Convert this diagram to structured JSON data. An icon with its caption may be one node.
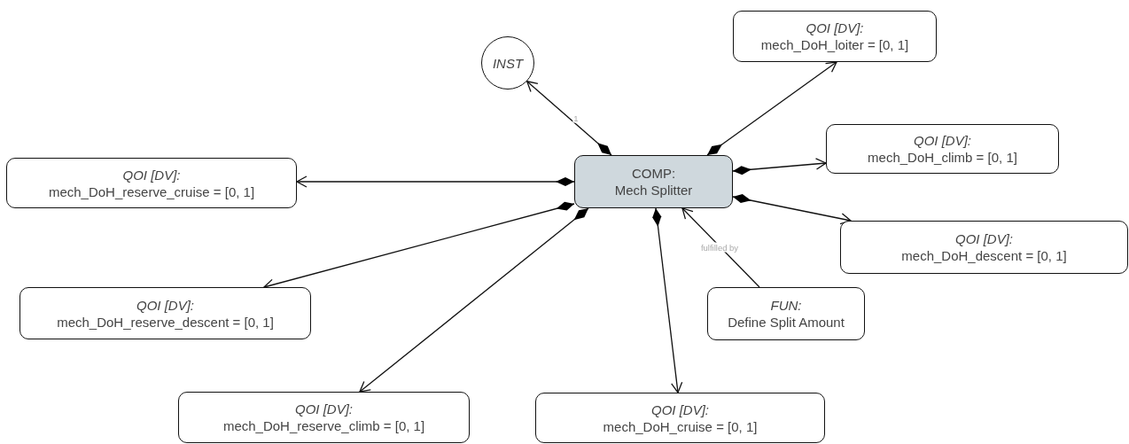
{
  "diagram": {
    "nodes": [
      {
        "text": [
          "INST"
        ]
      },
      {
        "text": [
          "QOI [DV]:",
          "mech_DoH_loiter = [0, 1]"
        ]
      },
      {
        "text": [
          "QOI [DV]:",
          "mech_DoH_climb = [0, 1]"
        ]
      },
      {
        "text": [
          "QOI [DV]:",
          "mech_DoH_reserve_cruise = [0, 1]"
        ]
      },
      {
        "text": [
          "COMP:",
          "Mech Splitter"
        ]
      },
      {
        "text": [
          "QOI [DV]:",
          "mech_DoH_descent = [0, 1]"
        ]
      },
      {
        "text": [
          "QOI [DV]:",
          "mech_DoH_reserve_descent = [0, 1]"
        ]
      },
      {
        "text": [
          "FUN:",
          "Define Split Amount"
        ]
      },
      {
        "text": [
          "QOI [DV]:",
          "mech_DoH_reserve_climb = [0, 1]"
        ]
      },
      {
        "text": [
          "QOI [DV]:",
          "mech_DoH_cruise = [0, 1]"
        ]
      }
    ],
    "edges": [
      {
        "from": 4,
        "to": 0,
        "arrow": "to",
        "label": "1"
      },
      {
        "from": 4,
        "to": 1,
        "arrow": "to"
      },
      {
        "from": 4,
        "to": 2,
        "arrow": "to"
      },
      {
        "from": 4,
        "to": 3,
        "arrow": "to"
      },
      {
        "from": 4,
        "to": 5,
        "arrow": "to"
      },
      {
        "from": 4,
        "to": 6,
        "arrow": "to"
      },
      {
        "from": 4,
        "to": 8,
        "arrow": "to"
      },
      {
        "from": 4,
        "to": 9,
        "arrow": "to"
      },
      {
        "from": 7,
        "to": 4,
        "arrow": "to",
        "label": "fulfilled by"
      }
    ]
  }
}
